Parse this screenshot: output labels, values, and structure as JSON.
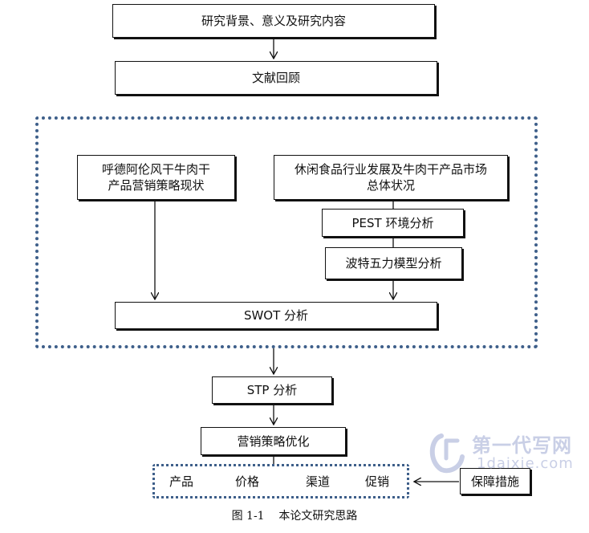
{
  "flow": {
    "n1": "研究背景、意义及研究内容",
    "n2": "文献回顾",
    "n3": "呼德阿伦风干牛肉干\n产品营销策略现状",
    "n4": "休闲食品行业发展及牛肉干产品市场\n总体状况",
    "n5": "PEST 环境分析",
    "n6": "波特五力模型分析",
    "n7": "SWOT 分析",
    "n8": "STP 分析",
    "n9": "营销策略优化",
    "n10": "保障措施"
  },
  "marketing_mix": [
    "产品",
    "价格",
    "渠道",
    "促销"
  ],
  "caption": "图 1-1    本论文研究思路",
  "watermark": {
    "title": "第一代写网",
    "sub": "1daixie.com"
  },
  "colors": {
    "dotted_border": "#3e5f8a",
    "watermark": "#c9cfe6"
  }
}
